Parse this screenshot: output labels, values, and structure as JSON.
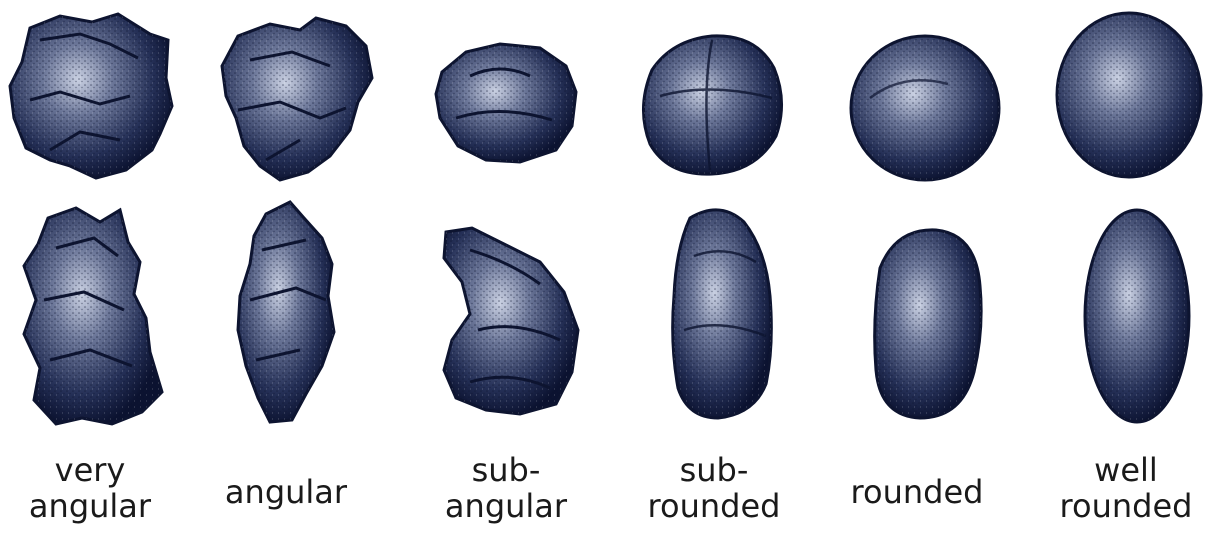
{
  "colors": {
    "grain_dark": "#0d1430",
    "grain_mid": "#2a3558",
    "grain_light": "#b9c2d8",
    "text": "#1a1a1a"
  },
  "categories": [
    {
      "id": "very-angular",
      "label": "very\nangular"
    },
    {
      "id": "angular",
      "label": "angular"
    },
    {
      "id": "sub-angular",
      "label": "sub-\nangular"
    },
    {
      "id": "sub-rounded",
      "label": "sub-\nrounded"
    },
    {
      "id": "rounded",
      "label": "rounded"
    },
    {
      "id": "well-rounded",
      "label": "well\nrounded"
    }
  ]
}
